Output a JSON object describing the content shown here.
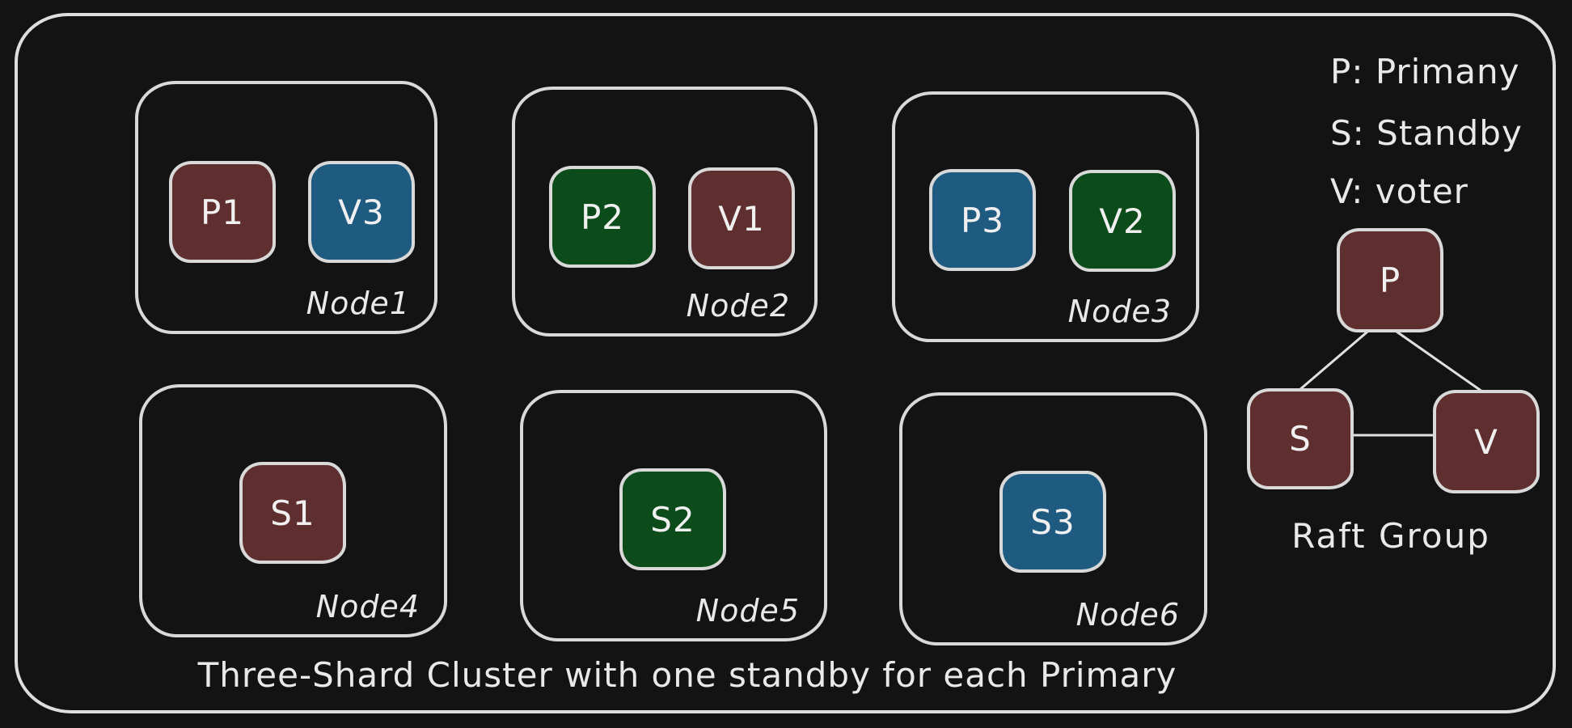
{
  "colors": {
    "background": "#131313",
    "stroke": "#d9d9d9",
    "text": "#e9e9e9",
    "red": "#5f2f2f",
    "green": "#0c4b1a",
    "blue": "#1f5b81"
  },
  "legend": {
    "items": [
      "P: Primany",
      "S: Standby",
      "V: voter"
    ]
  },
  "nodes": [
    {
      "label": "Node1",
      "chips": [
        {
          "id": "P1",
          "color": "#5f2f2f"
        },
        {
          "id": "V3",
          "color": "#1f5b81"
        }
      ]
    },
    {
      "label": "Node2",
      "chips": [
        {
          "id": "P2",
          "color": "#0c4b1a"
        },
        {
          "id": "V1",
          "color": "#5f2f2f"
        }
      ]
    },
    {
      "label": "Node3",
      "chips": [
        {
          "id": "P3",
          "color": "#1f5b81"
        },
        {
          "id": "V2",
          "color": "#0c4b1a"
        }
      ]
    },
    {
      "label": "Node4",
      "chips": [
        {
          "id": "S1",
          "color": "#5f2f2f"
        }
      ]
    },
    {
      "label": "Node5",
      "chips": [
        {
          "id": "S2",
          "color": "#0c4b1a"
        }
      ]
    },
    {
      "label": "Node6",
      "chips": [
        {
          "id": "S3",
          "color": "#1f5b81"
        }
      ]
    }
  ],
  "raft_group": {
    "title": "Raft Group",
    "members": [
      {
        "id": "P",
        "color": "#5f2f2f"
      },
      {
        "id": "S",
        "color": "#5f2f2f"
      },
      {
        "id": "V",
        "color": "#5f2f2f"
      }
    ]
  },
  "caption": "Three-Shard Cluster with one standby for each Primary"
}
